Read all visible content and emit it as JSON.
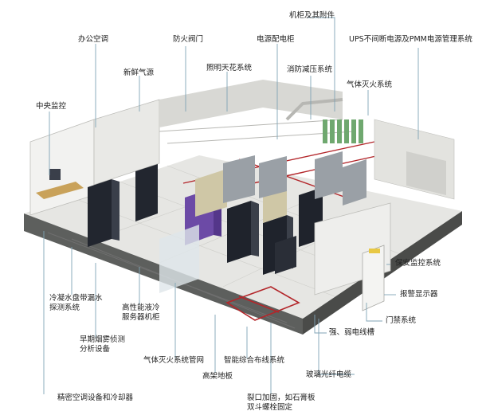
{
  "labels": {
    "office_ac": "办公空调",
    "fire_valve": "防火阀门",
    "power_cabinet": "电源配电柜",
    "cabinet_accessories": "机柜及其附件",
    "ups_pmm": "UPS不间断电源及PMM电源管理系统",
    "fresh_air": "新鲜气源",
    "lighting": "照明天花系统",
    "fire_pressure_relief": "消防减压系统",
    "gas_extinguish": "气体灭火系统",
    "central_monitor": "中央监控",
    "security_monitor": "保安监控系统",
    "alarm_display": "报警显示器",
    "access_control": "门禁系统",
    "weak_strong_trough": "强、弱电线槽",
    "fiber_cable": "玻璃光纤电缆",
    "condensate_leak_line1": "冷凝水盘带漏水",
    "condensate_leak_line2": "探测系统",
    "hp_liquid_cool_line1": "高性能液冷",
    "hp_liquid_cool_line2": "服务器机柜",
    "smoke_detect_line1": "早期烟雾侦测",
    "smoke_detect_line2": "分析设备",
    "gas_pipe_network": "气体灭火系统管网",
    "smart_cabling": "智能综合布线系统",
    "raised_floor": "高架地板",
    "precision_ac": "精密空调设备和冷却器",
    "opening_line1": "裂口加固，如石膏板",
    "opening_line2": "双斗螺栓固定"
  },
  "colors": {
    "floor_top": "#e6e6e3",
    "floor_edge": "#5a5c5a",
    "wall": "#f1f1ef",
    "wall_dark": "#c9cac6",
    "rack_dark": "#1f232c",
    "rack_purple": "#6c4aa6",
    "rack_beige": "#cfc7a6",
    "cable_red": "#b3262a",
    "pipe_green": "#6fa86f",
    "leader": "#7fa3b5"
  },
  "icons": {
    "central_monitor": "desk-monitor-icon",
    "door": "door-icon",
    "alarm": "alarm-display-icon"
  }
}
